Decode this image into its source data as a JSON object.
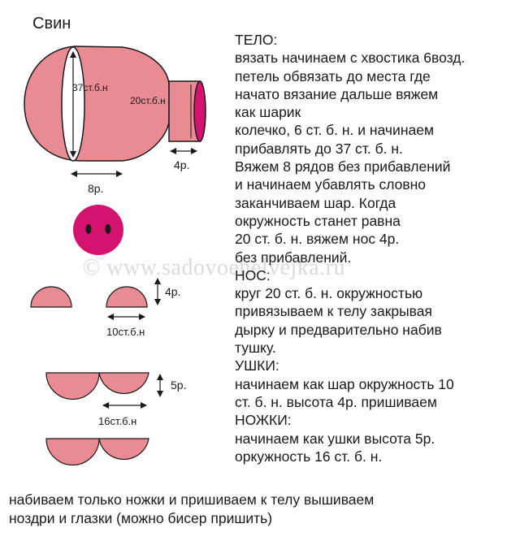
{
  "title": "Свин",
  "colors": {
    "body_pink": "#E88B93",
    "snout_magenta": "#D4136F",
    "outline": "#1a1a1a",
    "watermark": "#bdbdbd"
  },
  "diagram": {
    "body_height_label": "37ст.б.н",
    "snout_label": "20ст.б.н",
    "snout_length_label": "4р.",
    "body_length_label": "8р.",
    "ear_height_label": "4р.",
    "ear_width_label": "10ст.б.н",
    "leg_height_label": "5р.",
    "leg_width_label": "16ст.б.н"
  },
  "watermark": "© www.sadovoehelvejka.ru",
  "instructions": [
    "ТЕЛО:",
    "вязать начинаем с хвостика 6возд.",
    "петель обвязать до места где",
    "начато вязание дальше вяжем",
    "как шарик",
    "колечко, 6 ст. б. н. и начинаем",
    "прибавлять до 37 ст. б. н.",
    "Вяжем 8 рядов без прибавлений",
    "и начинаем убавлять словно",
    "заканчиваем шар. Когда",
    "окружность станет равна",
    "20 ст. б. н. вяжем нос 4р.",
    "без прибавлений.",
    "НОС:",
    "круг 20 ст. б. н. окружностью",
    "привязываем к телу закрывая",
    "дырку и предварительно набив",
    "тушку.",
    "УШКИ:",
    "начинаем как шар окружность 10",
    "ст. б. н. высота 4р. пришиваем",
    "НОЖКИ:",
    "начинаем как ушки высота 5р.",
    "оркужность 16 ст. б. н."
  ],
  "footer": [
    "набиваем только ножки и пришиваем к телу вышиваем",
    "ноздри и глазки (можно бисер пришить)"
  ]
}
